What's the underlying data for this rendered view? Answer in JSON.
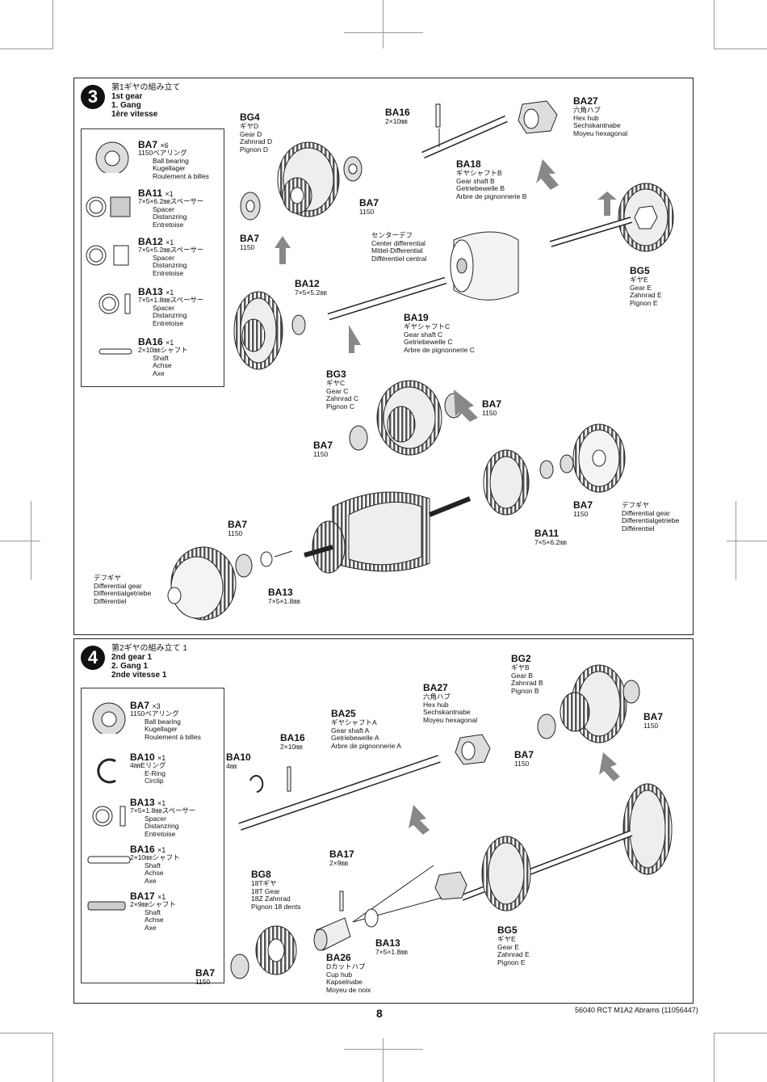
{
  "step3": {
    "number": "3",
    "title_jp": "第1ギヤの組み立て",
    "title_en": "1st gear",
    "title_de": "1. Gang",
    "title_fr": "1ère vitesse",
    "legend": [
      {
        "code": "BA7",
        "qty": "×6",
        "jp": "1150ベアリング",
        "lines": [
          "Ball bearing",
          "Kugellager",
          "Roulement à billes"
        ]
      },
      {
        "code": "BA11",
        "qty": "×1",
        "jp": "7×5×6.2㎜スペーサー",
        "lines": [
          "Spacer",
          "Distanzring",
          "Entretoise"
        ]
      },
      {
        "code": "BA12",
        "qty": "×1",
        "jp": "7×5×5.2㎜スペーサー",
        "lines": [
          "Spacer",
          "Distanzring",
          "Entretoise"
        ]
      },
      {
        "code": "BA13",
        "qty": "×1",
        "jp": "7×5×1.8㎜スペーサー",
        "lines": [
          "Spacer",
          "Distanzring",
          "Entretoise"
        ]
      },
      {
        "code": "BA16",
        "qty": "×1",
        "jp": "2×10㎜シャフト",
        "lines": [
          "Shaft",
          "Achse",
          "Axe"
        ]
      }
    ],
    "labels": {
      "bg4": {
        "code": "BG4",
        "lines": [
          "ギヤD",
          "Gear D",
          "Zahnrad D",
          "Pignon D"
        ]
      },
      "ba7_a": {
        "code": "BA7",
        "lines": [
          "1150"
        ]
      },
      "ba7_b": {
        "code": "BA7",
        "lines": [
          "1150"
        ]
      },
      "ba16": {
        "code": "BA16",
        "lines": [
          "2×10㎜"
        ]
      },
      "ba27": {
        "code": "BA27",
        "lines": [
          "六角ハブ",
          "Hex hub",
          "Sechskantnabe",
          "Moyeu hexagonal"
        ]
      },
      "ba18": {
        "code": "BA18",
        "lines": [
          "ギヤシャフトB",
          "Gear shaft B",
          "Getriebewelle B",
          "Arbre de pignonnerie B"
        ]
      },
      "center_diff": {
        "code": "",
        "lines": [
          "センターデフ",
          "Center differential",
          "Mittel-Differential",
          "Différentiel central"
        ]
      },
      "bg5": {
        "code": "BG5",
        "lines": [
          "ギヤE",
          "Gear E",
          "Zahnrad E",
          "Pignon E"
        ]
      },
      "ba12": {
        "code": "BA12",
        "lines": [
          "7×5×5.2㎜"
        ]
      },
      "ba19": {
        "code": "BA19",
        "lines": [
          "ギヤシャフトC",
          "Gear shaft C",
          "Getriebewelle C",
          "Arbre de pignonnerie C"
        ]
      },
      "bg3": {
        "code": "BG3",
        "lines": [
          "ギヤC",
          "Gear C",
          "Zahnrad C",
          "Pignon C"
        ]
      },
      "ba7_c": {
        "code": "BA7",
        "lines": [
          "1150"
        ]
      },
      "ba7_d": {
        "code": "BA7",
        "lines": [
          "1150"
        ]
      },
      "ba7_e": {
        "code": "BA7",
        "lines": [
          "1150"
        ]
      },
      "diff_right": {
        "code": "",
        "lines": [
          "デフギヤ",
          "Differential gear",
          "Differentialgetriebe",
          "Différentiel"
        ]
      },
      "ba11": {
        "code": "BA11",
        "lines": [
          "7×5×6.2㎜"
        ]
      },
      "ba7_f": {
        "code": "BA7",
        "lines": [
          "1150"
        ]
      },
      "diff_left": {
        "code": "",
        "lines": [
          "デフギヤ",
          "Differential gear",
          "Differentialgetriebe",
          "Différentiel"
        ]
      },
      "ba13": {
        "code": "BA13",
        "lines": [
          "7×5×1.8㎜"
        ]
      }
    }
  },
  "step4": {
    "number": "4",
    "title_jp": "第2ギヤの組み立て 1",
    "title_en": "2nd gear 1",
    "title_de": "2. Gang 1",
    "title_fr": "2nde vitesse 1",
    "legend": [
      {
        "code": "BA7",
        "qty": "×3",
        "jp": "1150ベアリング",
        "lines": [
          "Ball bearing",
          "Kugellager",
          "Roulement à billes"
        ]
      },
      {
        "code": "BA10",
        "qty": "×1",
        "jp": "4㎜Eリング",
        "lines": [
          "E-Ring",
          "Circlip"
        ]
      },
      {
        "code": "BA13",
        "qty": "×1",
        "jp": "7×5×1.8㎜スペーサー",
        "lines": [
          "Spacer",
          "Distanzring",
          "Entretoise"
        ]
      },
      {
        "code": "BA16",
        "qty": "×1",
        "jp": "2×10㎜シャフト",
        "lines": [
          "Shaft",
          "Achse",
          "Axe"
        ]
      },
      {
        "code": "BA17",
        "qty": "×1",
        "jp": "2×9㎜シャフト",
        "lines": [
          "Shaft",
          "Achse",
          "Axe"
        ]
      }
    ],
    "labels": {
      "bg2": {
        "code": "BG2",
        "lines": [
          "ギヤB",
          "Gear B",
          "Zahnrad B",
          "Pignon B"
        ]
      },
      "ba7_a": {
        "code": "BA7",
        "lines": [
          "1150"
        ]
      },
      "ba7_b": {
        "code": "BA7",
        "lines": [
          "1150"
        ]
      },
      "ba27": {
        "code": "BA27",
        "lines": [
          "六角ハブ",
          "Hex hub",
          "Sechskantnabe",
          "Moyeu hexagonal"
        ]
      },
      "ba25": {
        "code": "BA25",
        "lines": [
          "ギヤシャフトA",
          "Gear shaft A",
          "Getriebewelle A",
          "Arbre de pignonnerie A"
        ]
      },
      "ba16": {
        "code": "BA16",
        "lines": [
          "2×10㎜"
        ]
      },
      "ba10": {
        "code": "BA10",
        "lines": [
          "4㎜"
        ]
      },
      "ba17": {
        "code": "BA17",
        "lines": [
          "2×9㎜"
        ]
      },
      "bg8": {
        "code": "BG8",
        "lines": [
          "18Tギヤ",
          "18T Gear",
          "18Z Zahnrad",
          "Pignon 18 dents"
        ]
      },
      "bg5": {
        "code": "BG5",
        "lines": [
          "ギヤE",
          "Gear E",
          "Zahnrad E",
          "Pignon E"
        ]
      },
      "ba13": {
        "code": "BA13",
        "lines": [
          "7×5×1.8㎜"
        ]
      },
      "ba26": {
        "code": "BA26",
        "lines": [
          "Dカットハブ",
          "Cup hub",
          "Kapselnabe",
          "Moyeu de noix"
        ]
      },
      "ba7_c": {
        "code": "BA7",
        "lines": [
          "1150"
        ]
      }
    }
  },
  "footer": {
    "page": "8",
    "ref": "56040 RCT M1A2 Abrams (11056447)"
  }
}
